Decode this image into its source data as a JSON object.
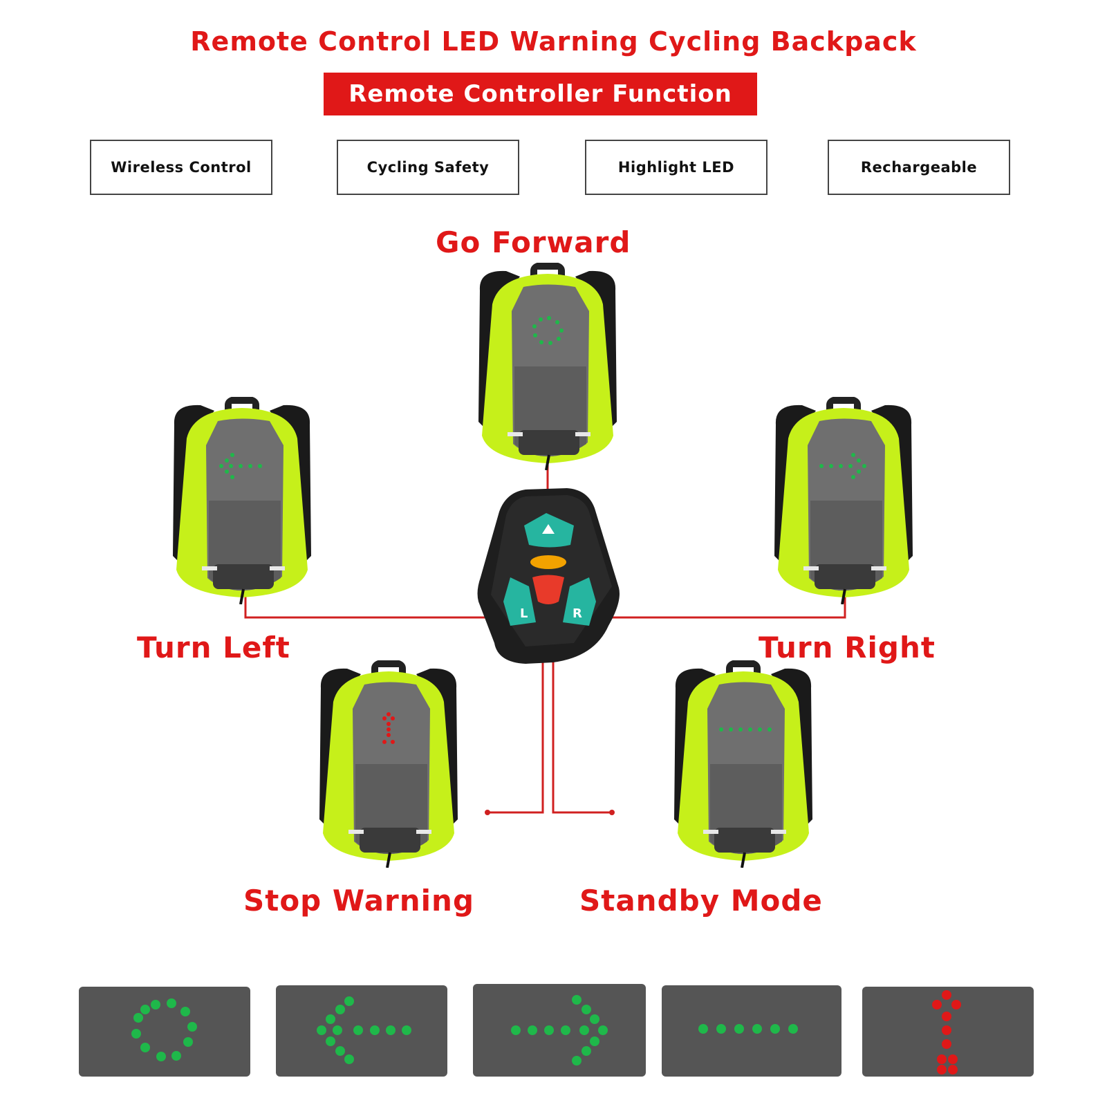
{
  "title": "Remote Control LED Warning Cycling Backpack",
  "banner": "Remote Controller Function",
  "features": [
    "Wireless Control",
    "Cycling Safety",
    "Highlight LED",
    "Rechargeable"
  ],
  "modes": {
    "forward": "Go Forward",
    "left": "Turn Left",
    "right": "Turn Right",
    "stop": "Stop Warning",
    "standby": "Standby Mode"
  },
  "remote": {
    "left_key": "L",
    "right_key": "R"
  },
  "colors": {
    "accent_red": "#e01818",
    "led_green": "#1fb84a",
    "led_red": "#e01818",
    "backpack_yellow": "#c6f01a",
    "panel_gray": "#555555"
  }
}
